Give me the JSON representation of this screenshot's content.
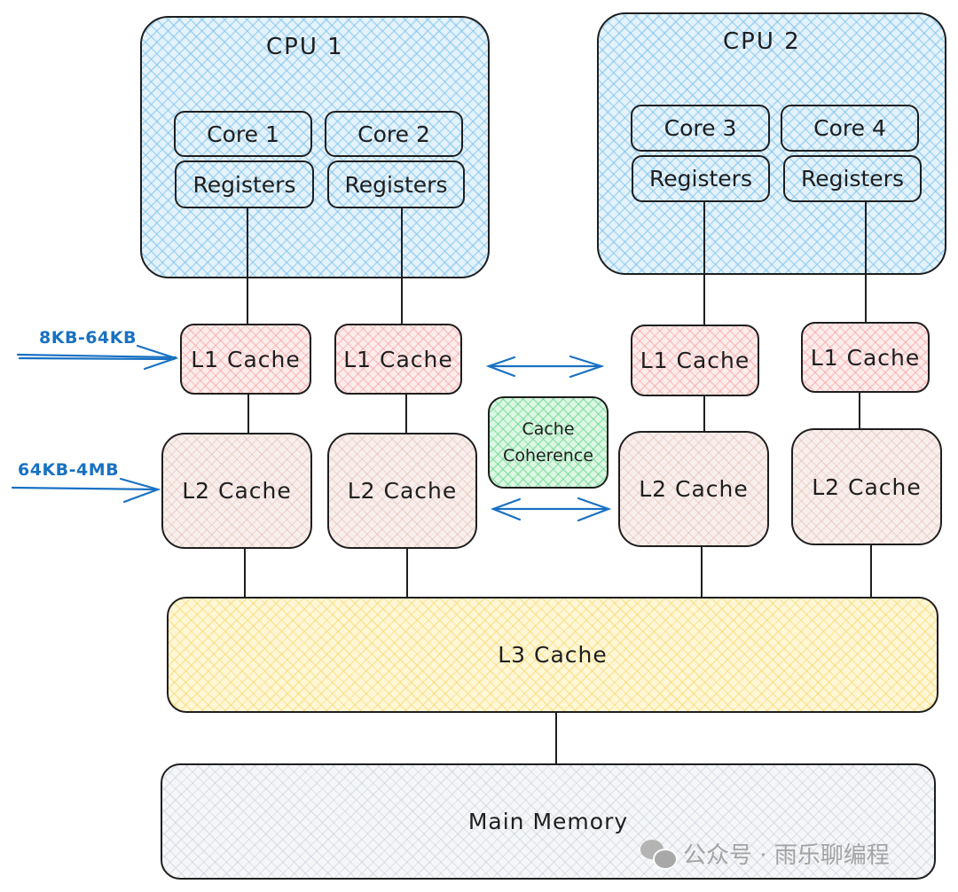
{
  "diagram": {
    "title": "CPU cache hierarchy",
    "cpus": [
      {
        "label": "CPU 1",
        "cores": [
          {
            "core": "Core 1",
            "registers": "Registers"
          },
          {
            "core": "Core 2",
            "registers": "Registers"
          }
        ]
      },
      {
        "label": "CPU 2",
        "cores": [
          {
            "core": "Core 3",
            "registers": "Registers"
          },
          {
            "core": "Core 4",
            "registers": "Registers"
          }
        ]
      }
    ],
    "l1": [
      "L1 Cache",
      "L1 Cache",
      "L1 Cache",
      "L1 Cache"
    ],
    "l2": [
      "L2 Cache",
      "L2 Cache",
      "L2 Cache",
      "L2 Cache"
    ],
    "l3": "L3 Cache",
    "main_memory": "Main Memory",
    "coherence": {
      "line1": "Cache",
      "line2": "Coherence"
    },
    "annotations": {
      "l1_size": "8KB-64KB",
      "l2_size": "64KB-4MB"
    },
    "watermark": {
      "text": "公众号 · 雨乐聊编程",
      "icon": "wechat-icon"
    },
    "colors": {
      "cpu_fill": "#a5d8ff",
      "l1_fill": "#ffc9c9",
      "l2_fill": "#eebefa",
      "coherence_fill": "#b2f2bb",
      "l3_fill": "#ffec99",
      "memory_fill": "#e9ecef",
      "arrow": "#1971c2",
      "stroke": "#1e1e1e"
    }
  }
}
